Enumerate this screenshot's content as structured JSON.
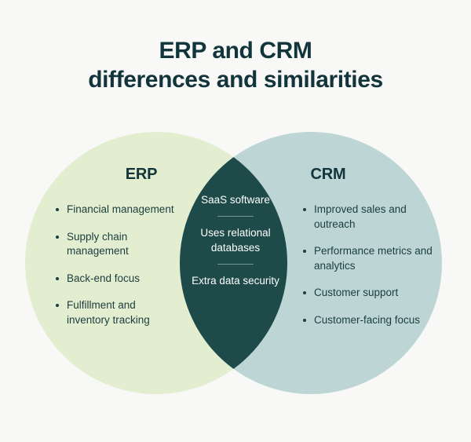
{
  "title": {
    "line1": "ERP and CRM",
    "line2": "differences and similarities"
  },
  "colors": {
    "background": "#f8f9f7",
    "erp_circle": "#e3eed0",
    "crm_circle": "#bdd6d5",
    "intersection": "#1e4a4a",
    "text_dark": "#12343b",
    "text_light": "#ffffff",
    "divider": "#6f9596"
  },
  "venn": {
    "left": {
      "heading": "ERP",
      "items": [
        "Financial management",
        "Supply chain management",
        "Back-end focus",
        "Fulfillment and inventory tracking"
      ]
    },
    "right": {
      "heading": "CRM",
      "items": [
        "Improved sales and outreach",
        "Performance metrics and analytics",
        "Customer support",
        "Customer-facing focus"
      ]
    },
    "center": {
      "items": [
        "SaaS software",
        "Uses relational databases",
        "Extra data security"
      ]
    }
  }
}
